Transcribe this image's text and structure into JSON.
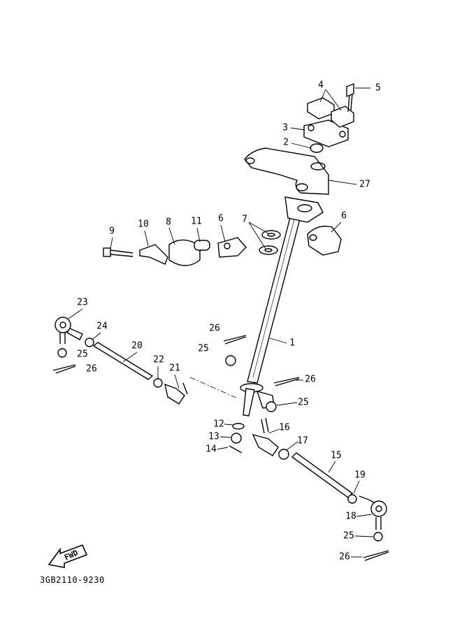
{
  "diagram": {
    "drawing_code": "3GB2110-9230",
    "fwd_arrow": "FWD",
    "callouts": [
      "5",
      "4",
      "3",
      "2",
      "27",
      "6",
      "7",
      "6",
      "11",
      "8",
      "10",
      "9",
      "23",
      "24",
      "20",
      "26",
      "25",
      "1",
      "25",
      "26",
      "22",
      "21",
      "26",
      "25",
      "12",
      "16",
      "13",
      "17",
      "14",
      "15",
      "19",
      "18",
      "25",
      "26"
    ]
  },
  "colors": {
    "ink": "#000000",
    "paper": "#ffffff"
  }
}
